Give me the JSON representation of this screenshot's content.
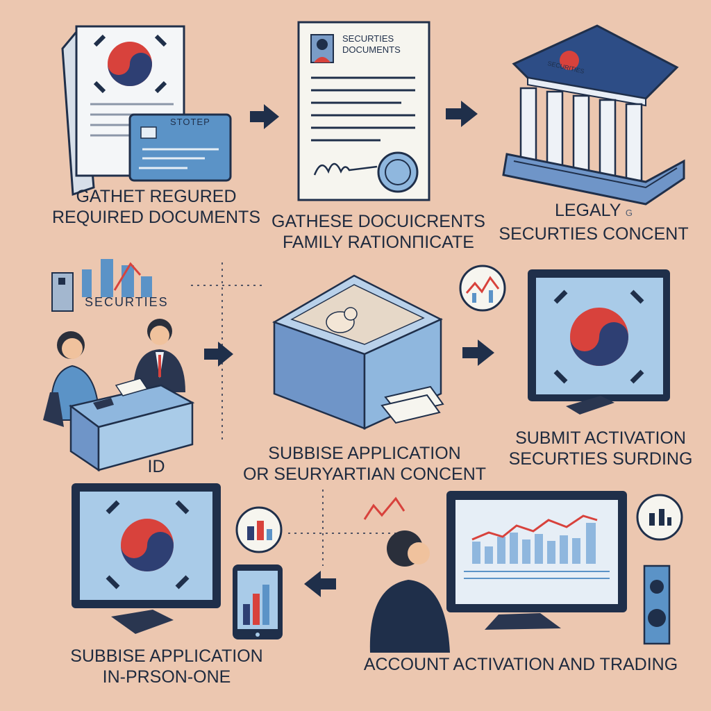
{
  "doc_card": {
    "badge": "STOTEP"
  },
  "form_doc": {
    "title1": "SECURTIES",
    "title2": "DOCUMENTS"
  },
  "bank": {
    "sign": "SECURITIES"
  },
  "securities_sign": {
    "text": "SECURTIES"
  },
  "steps": {
    "s1": {
      "line1": "GATHET REGURED",
      "line2": "REQUIRED DOCUMENTS"
    },
    "s2": {
      "line1": "GATHESE DOCUICRENTS",
      "line2": "FAMILY RATIONΠICATE"
    },
    "s3": {
      "line1": "LEGALY",
      "mark": "G",
      "line2": "SECURTIES CONCENT"
    },
    "s4": {
      "line1": "ID"
    },
    "s5": {
      "line1": "SUBBISE APPLICATION",
      "line2": "OR SEURYARTIAN CONCENT"
    },
    "s6": {
      "line1": "SUBMIT ACTIVATION",
      "line2": "SECURTIES SURDING"
    },
    "s7": {
      "line1": "SUBBISE APPLICATION",
      "line2": "IN-PRSON-ONE"
    },
    "s8": {
      "line1": "ACCOUNT ACTIVATION AND TRADING"
    }
  },
  "colors": {
    "background": "#ecc7b0",
    "navy": "#1f2f4a",
    "blue": "#5b93c7",
    "red": "#d8423c",
    "light_blue": "#a9cbe8"
  }
}
